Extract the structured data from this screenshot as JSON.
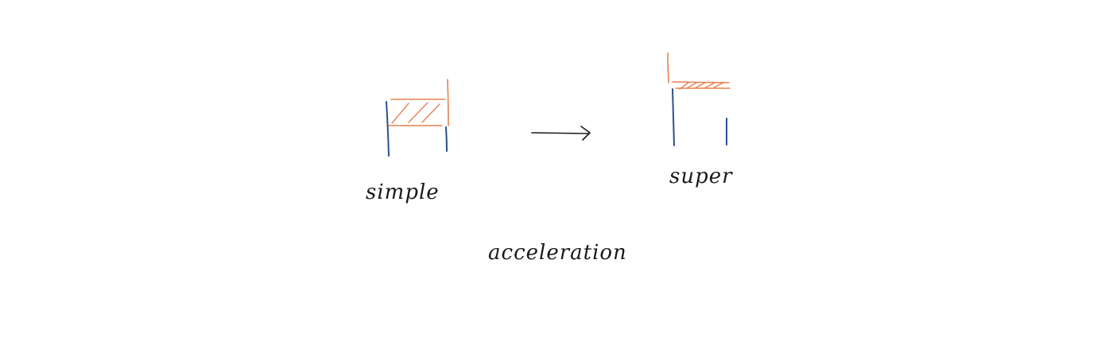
{
  "diagram": {
    "left_label": "simple",
    "right_label": "super",
    "caption": "acceleration"
  },
  "colors": {
    "background": "#ffffff",
    "ink": "#1a1a1a",
    "blue_line": "#2b4f8f",
    "orange_line": "#e8804f"
  }
}
